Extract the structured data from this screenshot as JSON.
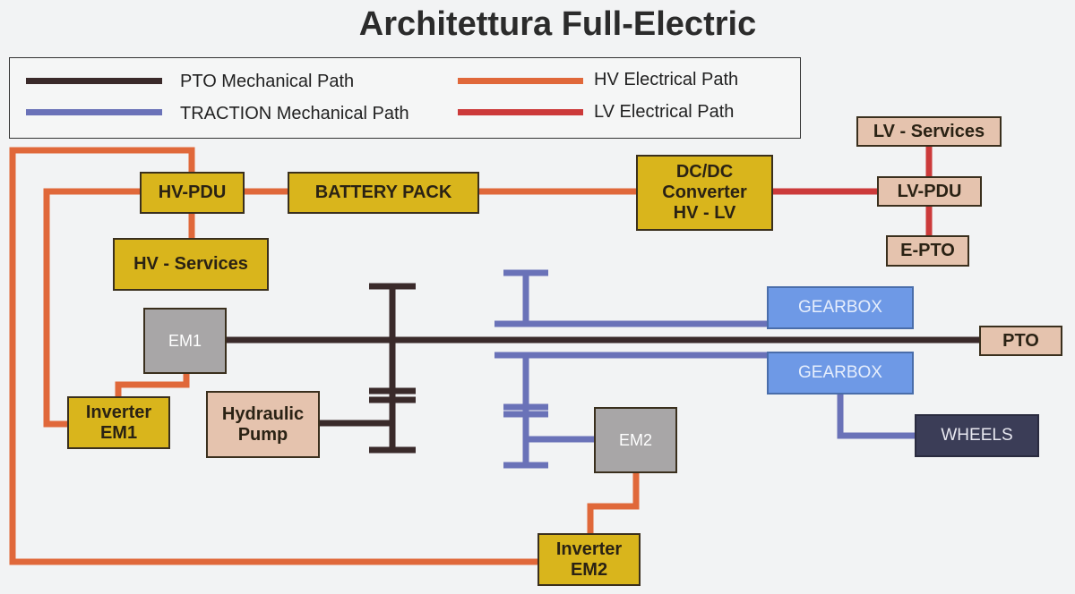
{
  "title": "Architettura Full-Electric",
  "legend": {
    "pto_mechanical": "PTO Mechanical Path",
    "traction_mechanical": "TRACTION Mechanical Path",
    "hv_electrical": "HV Electrical Path",
    "lv_electrical": "LV Electrical Path"
  },
  "colors": {
    "pto_mechanical": "#3a2a2a",
    "traction_mechanical": "#6a72b8",
    "hv_electrical": "#e0683a",
    "lv_electrical": "#cc3a3a"
  },
  "nodes": {
    "hv_pdu": "HV-PDU",
    "battery_pack": "BATTERY PACK",
    "dcdc": "DC/DC\nConverter\nHV - LV",
    "lv_services": "LV - Services",
    "lv_pdu": "LV-PDU",
    "e_pto": "E-PTO",
    "hv_services": "HV - Services",
    "em1": "EM1",
    "inverter_em1": "Inverter\nEM1",
    "hydraulic_pump": "Hydraulic\nPump",
    "gearbox_top": "GEARBOX",
    "gearbox_bottom": "GEARBOX",
    "pto": "PTO",
    "wheels": "WHEELS",
    "em2": "EM2",
    "inverter_em2": "Inverter\nEM2"
  }
}
